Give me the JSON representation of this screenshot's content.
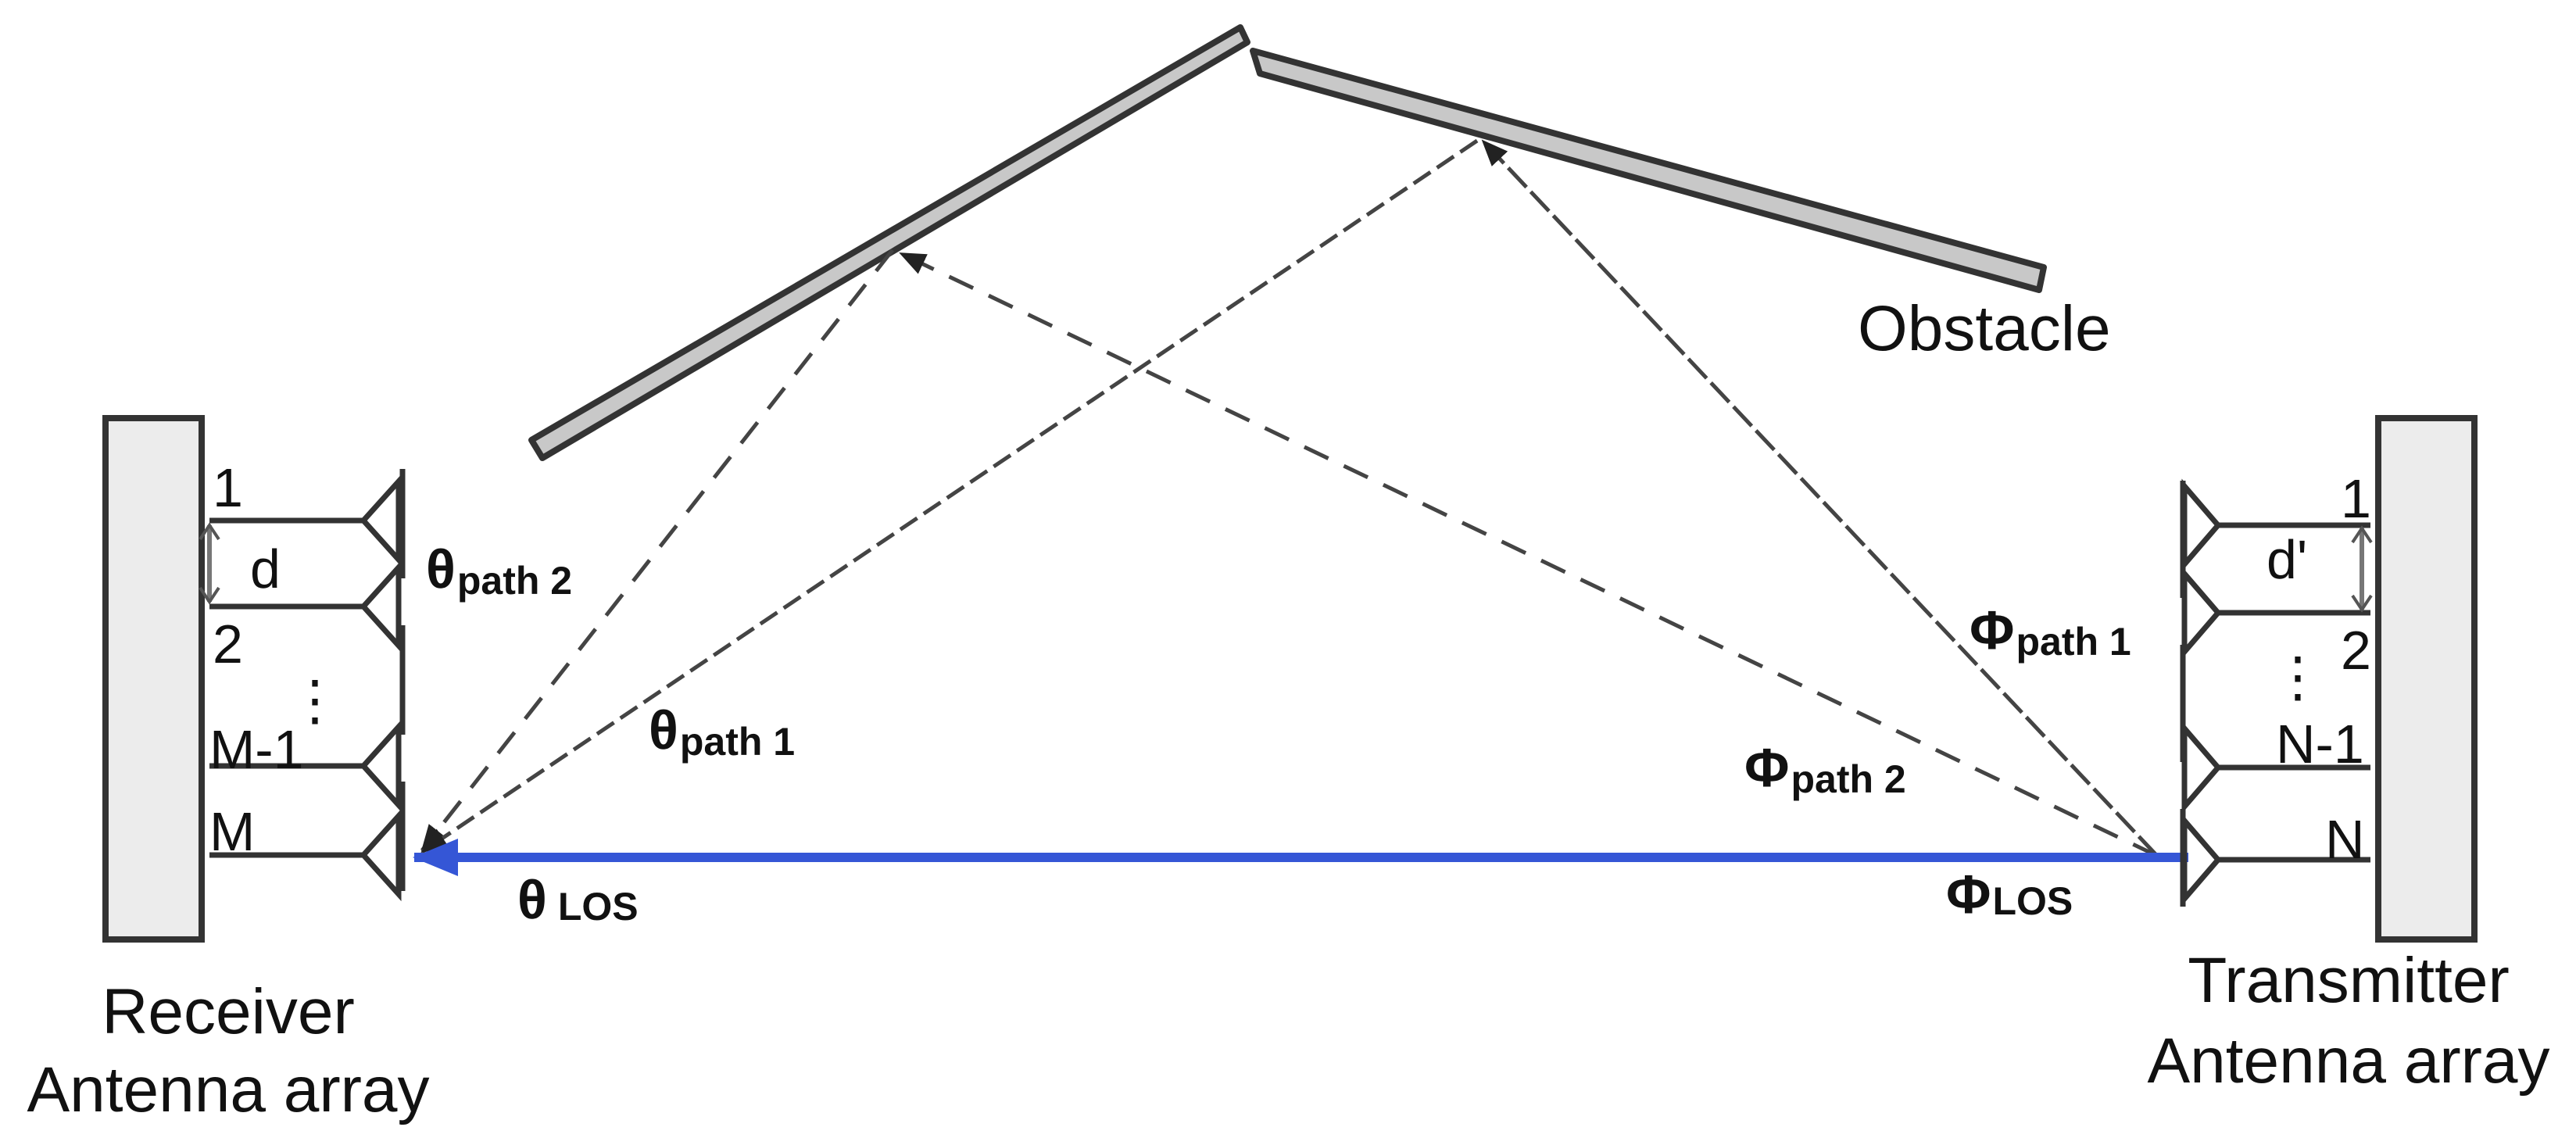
{
  "obstacle_label": "Obstacle",
  "receiver": {
    "caption_line1": "Receiver",
    "caption_line2": "Antenna array",
    "elements": [
      "1",
      "2",
      "M-1",
      "M"
    ],
    "spacing_label": "d",
    "ellipsis": "⋮"
  },
  "transmitter": {
    "caption_line1": "Transmitter",
    "caption_line2": "Antenna array",
    "elements": [
      "1",
      "2",
      "N-1",
      "N"
    ],
    "spacing_label": "d'",
    "ellipsis": "⋮"
  },
  "angles": {
    "theta_path2": {
      "symbol": "θ",
      "sub": "path 2"
    },
    "theta_path1": {
      "symbol": "θ",
      "sub": "path 1"
    },
    "theta_los": {
      "symbol": "θ",
      "sub": "LOS"
    },
    "phi_path1": {
      "symbol": "Φ",
      "sub": "path 1"
    },
    "phi_path2": {
      "symbol": "Φ",
      "sub": "path 2"
    },
    "phi_los": {
      "symbol": "Φ",
      "sub": "LOS"
    }
  },
  "colors": {
    "los_path": "#3556d6",
    "reflected_path": "#444444",
    "obstacle_fill": "#c8c8c8",
    "device_fill": "#ececec",
    "outline": "#333333"
  }
}
